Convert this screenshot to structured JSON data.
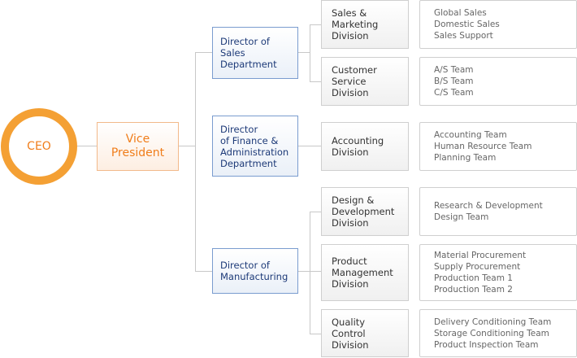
{
  "ceo": "CEO",
  "vice_president": [
    "Vice",
    "President"
  ],
  "directors": [
    {
      "lines": [
        "Director of Sales",
        "Department"
      ]
    },
    {
      "lines": [
        "Director",
        "of Finance &",
        "Administration",
        "Department"
      ]
    },
    {
      "lines": [
        "Director of",
        "Manufacturing"
      ]
    }
  ],
  "divisions": [
    {
      "lines": [
        "Sales &",
        "Marketing",
        "Division"
      ],
      "teams": [
        "Global Sales",
        "Domestic Sales",
        "Sales Support"
      ]
    },
    {
      "lines": [
        "Customer",
        "Service",
        "Division"
      ],
      "teams": [
        "A/S Team",
        "B/S Team",
        "C/S Team"
      ]
    },
    {
      "lines": [
        "Accounting",
        "Division"
      ],
      "teams": [
        "Accounting Team",
        "Human Resource Team",
        "Planning Team"
      ]
    },
    {
      "lines": [
        "Design &",
        "Development",
        "Division"
      ],
      "teams": [
        "Research & Development",
        "Design Team"
      ]
    },
    {
      "lines": [
        "Product",
        "Management",
        "Division"
      ],
      "teams": [
        "Material Procurement",
        "Supply Procurement",
        "Production Team 1",
        "Production Team 2"
      ]
    },
    {
      "lines": [
        "Quality",
        "Control",
        "Division"
      ],
      "teams": [
        "Delivery Conditioning Team",
        "Storage Conditioning Team",
        "Product Inspection Team"
      ]
    }
  ],
  "colors": {
    "accent": "#f39a2c",
    "director_border": "#7a9ccf",
    "director_text": "#1d3a78"
  }
}
